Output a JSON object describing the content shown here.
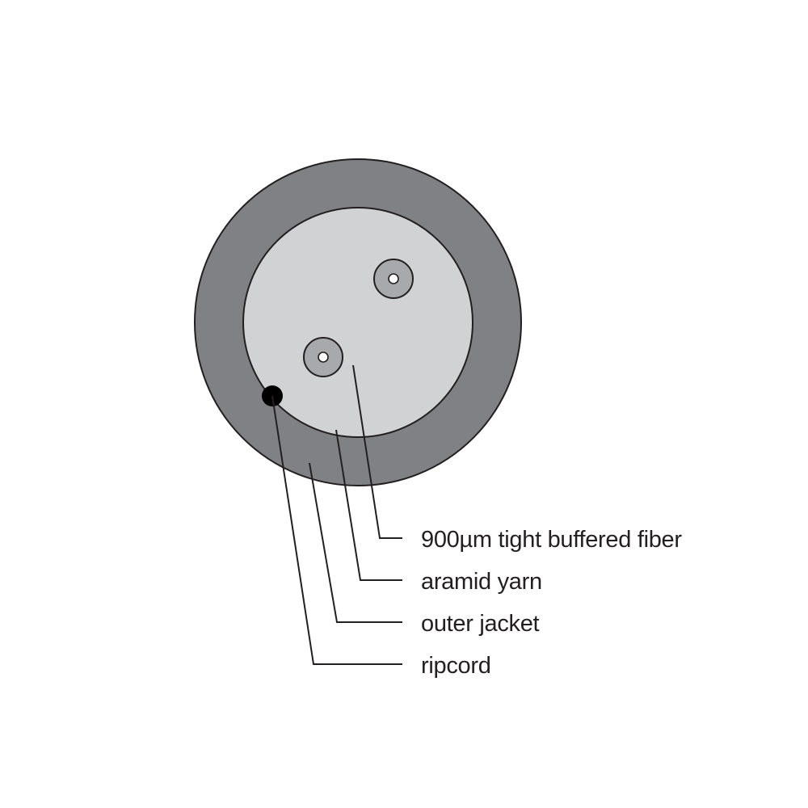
{
  "labels": {
    "fiber": "900µm tight buffered fiber",
    "yarn": "aramid yarn",
    "jacket": "outer jacket",
    "ripcord": "ripcord"
  },
  "colors": {
    "outer_jacket": "#808184",
    "aramid_yarn": "#d1d2d4",
    "buffer": "#a7a9ac",
    "fiber_core": "#ffffff",
    "ripcord": "#000000",
    "line": "#231f20"
  }
}
